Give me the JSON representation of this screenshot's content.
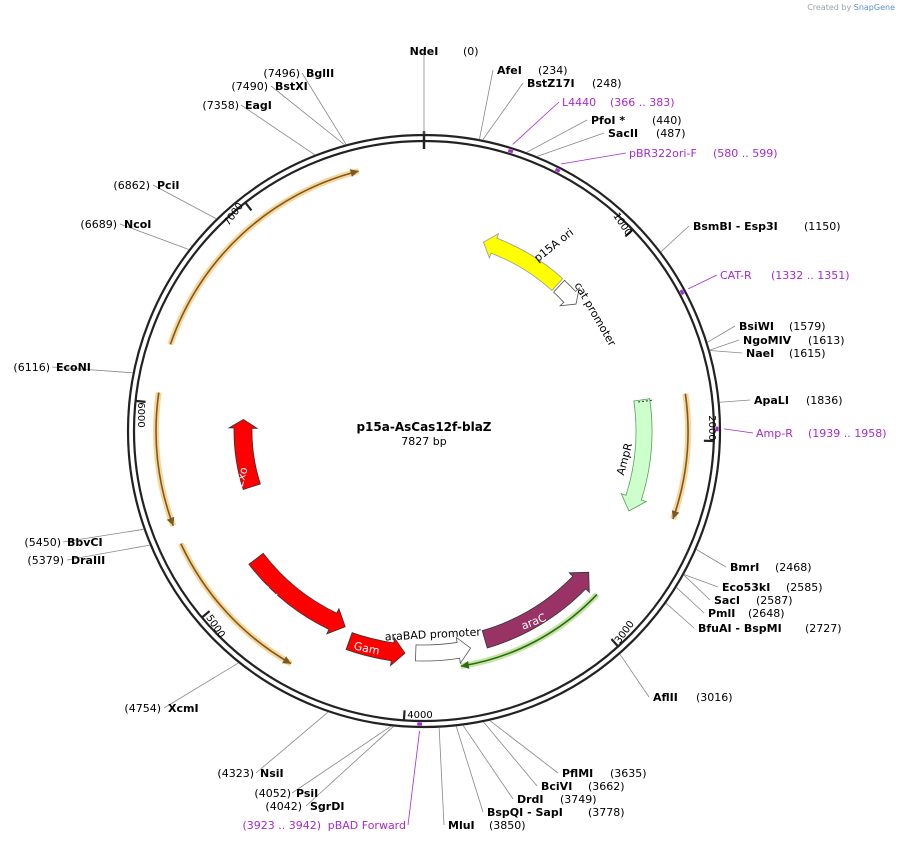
{
  "credit": {
    "prefix": "Created by",
    "brand": "SnapGene"
  },
  "plasmid": {
    "name": "p15a-AsCas12f-blaZ",
    "length_label": "7827 bp",
    "length_bp": 7827
  },
  "ticks": [
    {
      "label": "1000",
      "bp": 1000
    },
    {
      "label": "2000",
      "bp": 2000
    },
    {
      "label": "3000",
      "bp": 3000
    },
    {
      "label": "4000",
      "bp": 4000
    },
    {
      "label": "5000",
      "bp": 5000
    },
    {
      "label": "6000",
      "bp": 6000
    },
    {
      "label": "7000",
      "bp": 7000
    }
  ],
  "sites": [
    {
      "name": "NdeI",
      "pos": "(0)",
      "bp": 0
    },
    {
      "name": "AfeI",
      "pos": "(234)",
      "bp": 234
    },
    {
      "name": "BstZ17I",
      "pos": "(248)",
      "bp": 248
    },
    {
      "name": "PfoI *",
      "pos": "(440)",
      "bp": 440
    },
    {
      "name": "SacII",
      "pos": "(487)",
      "bp": 487
    },
    {
      "name": "BsmBI - Esp3I",
      "pos": "(1150)",
      "bp": 1150
    },
    {
      "name": "BsiWI",
      "pos": "(1579)",
      "bp": 1579
    },
    {
      "name": "NgoMIV",
      "pos": "(1613)",
      "bp": 1613
    },
    {
      "name": "NaeI",
      "pos": "(1615)",
      "bp": 1615
    },
    {
      "name": "ApaLI",
      "pos": "(1836)",
      "bp": 1836
    },
    {
      "name": "BmrI",
      "pos": "(2468)",
      "bp": 2468
    },
    {
      "name": "Eco53kI",
      "pos": "(2585)",
      "bp": 2585
    },
    {
      "name": "SacI",
      "pos": "(2587)",
      "bp": 2587
    },
    {
      "name": "PmlI",
      "pos": "(2648)",
      "bp": 2648
    },
    {
      "name": "BfuAI - BspMI",
      "pos": "(2727)",
      "bp": 2727
    },
    {
      "name": "AflII",
      "pos": "(3016)",
      "bp": 3016
    },
    {
      "name": "PflMI",
      "pos": "(3635)",
      "bp": 3635
    },
    {
      "name": "BciVI",
      "pos": "(3662)",
      "bp": 3662
    },
    {
      "name": "DrdI",
      "pos": "(3749)",
      "bp": 3749
    },
    {
      "name": "BspQI - SapI",
      "pos": "(3778)",
      "bp": 3778
    },
    {
      "name": "MluI",
      "pos": "(3850)",
      "bp": 3850
    },
    {
      "name": "SgrDI",
      "pos": "(4042)",
      "bp": 4042
    },
    {
      "name": "PsiI",
      "pos": "(4052)",
      "bp": 4052
    },
    {
      "name": "NsiI",
      "pos": "(4323)",
      "bp": 4323
    },
    {
      "name": "XcmI",
      "pos": "(4754)",
      "bp": 4754
    },
    {
      "name": "DraIII",
      "pos": "(5379)",
      "bp": 5379
    },
    {
      "name": "BbvCI",
      "pos": "(5450)",
      "bp": 5450
    },
    {
      "name": "EcoNI",
      "pos": "(6116)",
      "bp": 6116
    },
    {
      "name": "NcoI",
      "pos": "(6689)",
      "bp": 6689
    },
    {
      "name": "PciI",
      "pos": "(6862)",
      "bp": 6862
    },
    {
      "name": "EagI",
      "pos": "(7358)",
      "bp": 7358
    },
    {
      "name": "BstXI",
      "pos": "(7490)",
      "bp": 7490
    },
    {
      "name": "BglII",
      "pos": "(7496)",
      "bp": 7496
    }
  ],
  "primers": [
    {
      "name": "L4440",
      "range": "(366 .. 383)",
      "bp": 374
    },
    {
      "name": "pBR322ori-F",
      "range": "(580 .. 599)",
      "bp": 590
    },
    {
      "name": "CAT-R",
      "range": "(1332 .. 1351)",
      "bp": 1342
    },
    {
      "name": "Amp-R",
      "range": "(1939 .. 1958)",
      "bp": 1948
    },
    {
      "name": "pBAD Forward",
      "range": "(3923 .. 3942)",
      "bp": 3932
    }
  ],
  "features": [
    {
      "name": "p15A ori",
      "color": "#ffff00",
      "text_color": "#000000"
    },
    {
      "name": "cat promoter",
      "color": "#ffffff",
      "text_color": "#000000"
    },
    {
      "name": "AmpR",
      "color": "#ccffcc",
      "text_color": "#000000"
    },
    {
      "name": "araC",
      "color": "#993366",
      "text_color": "#ffffff"
    },
    {
      "name": "araBAD promoter",
      "color": "#ffffff",
      "text_color": "#000000"
    },
    {
      "name": "Gam",
      "color": "#ff0000",
      "text_color": "#ffffff"
    },
    {
      "name": "Beta",
      "color": "#ff0000",
      "text_color": "#ffffff"
    },
    {
      "name": "Exo",
      "color": "#ff0000",
      "text_color": "#ffffff"
    }
  ],
  "colors": {
    "primer": "#a52ad0",
    "orf": "#f5b041",
    "orf_line": "#7a5a20",
    "green_orf": "#8fcf5a"
  }
}
